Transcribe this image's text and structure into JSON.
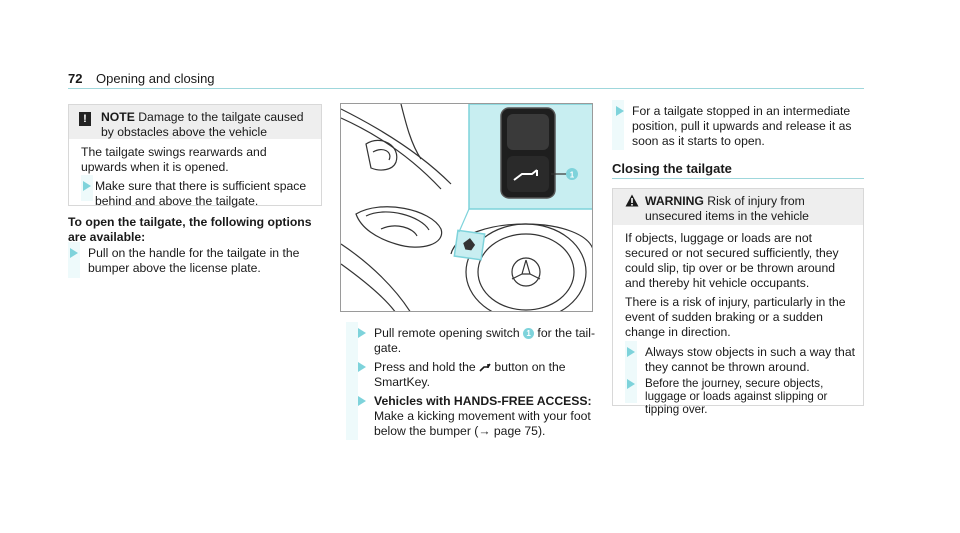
{
  "header": {
    "page_number": "72",
    "title": "Opening and closing"
  },
  "note": {
    "icon": "!",
    "label": "NOTE",
    "heading_text": " Damage to the tailgate caused by obstacles above the vehicle",
    "body": "The tailgate swings rearwards and upwards when it is opened.",
    "item": "Make sure that there is sufficient space behind and above the tailgate."
  },
  "left": {
    "subheading": "To open the tailgate, the following options are available:",
    "step1": "Pull on the handle for the tailgate in the bumper above the license plate."
  },
  "middle": {
    "callout": "1",
    "step1_a": "Pull remote opening switch ",
    "step1_b": " for the tail-gate.",
    "step2_a": "Press and hold the ",
    "step2_b": " button on the SmartKey.",
    "step3_bold": "Vehicles with HANDS-FREE ACCESS:",
    "step3_text": " Make a kicking movement with your foot below the bumper (→ page 75)."
  },
  "right": {
    "step1": "For a tailgate stopped in an intermediate position, pull it upwards and release it as soon as it starts to open.",
    "section_title": "Closing the tailgate",
    "warning_label": "WARNING",
    "warning_heading_text": " Risk of injury from unsecured items in the vehicle",
    "warning_p1": "If objects, luggage or loads are not secured or not secured sufficiently, they could slip, tip over or be thrown around and thereby hit vehicle occupants.",
    "warning_p2": "There is a risk of injury, particularly in the event of sudden braking or a sudden change in direction.",
    "warning_item1": "Always stow objects in such a way that they cannot be thrown around.",
    "warning_item2": "Before the journey, secure objects, luggage or loads against slipping or tipping over."
  },
  "colors": {
    "accent": "#7ed3db",
    "rule": "#9fd7dc",
    "inset_bg": "#c8eef1"
  }
}
